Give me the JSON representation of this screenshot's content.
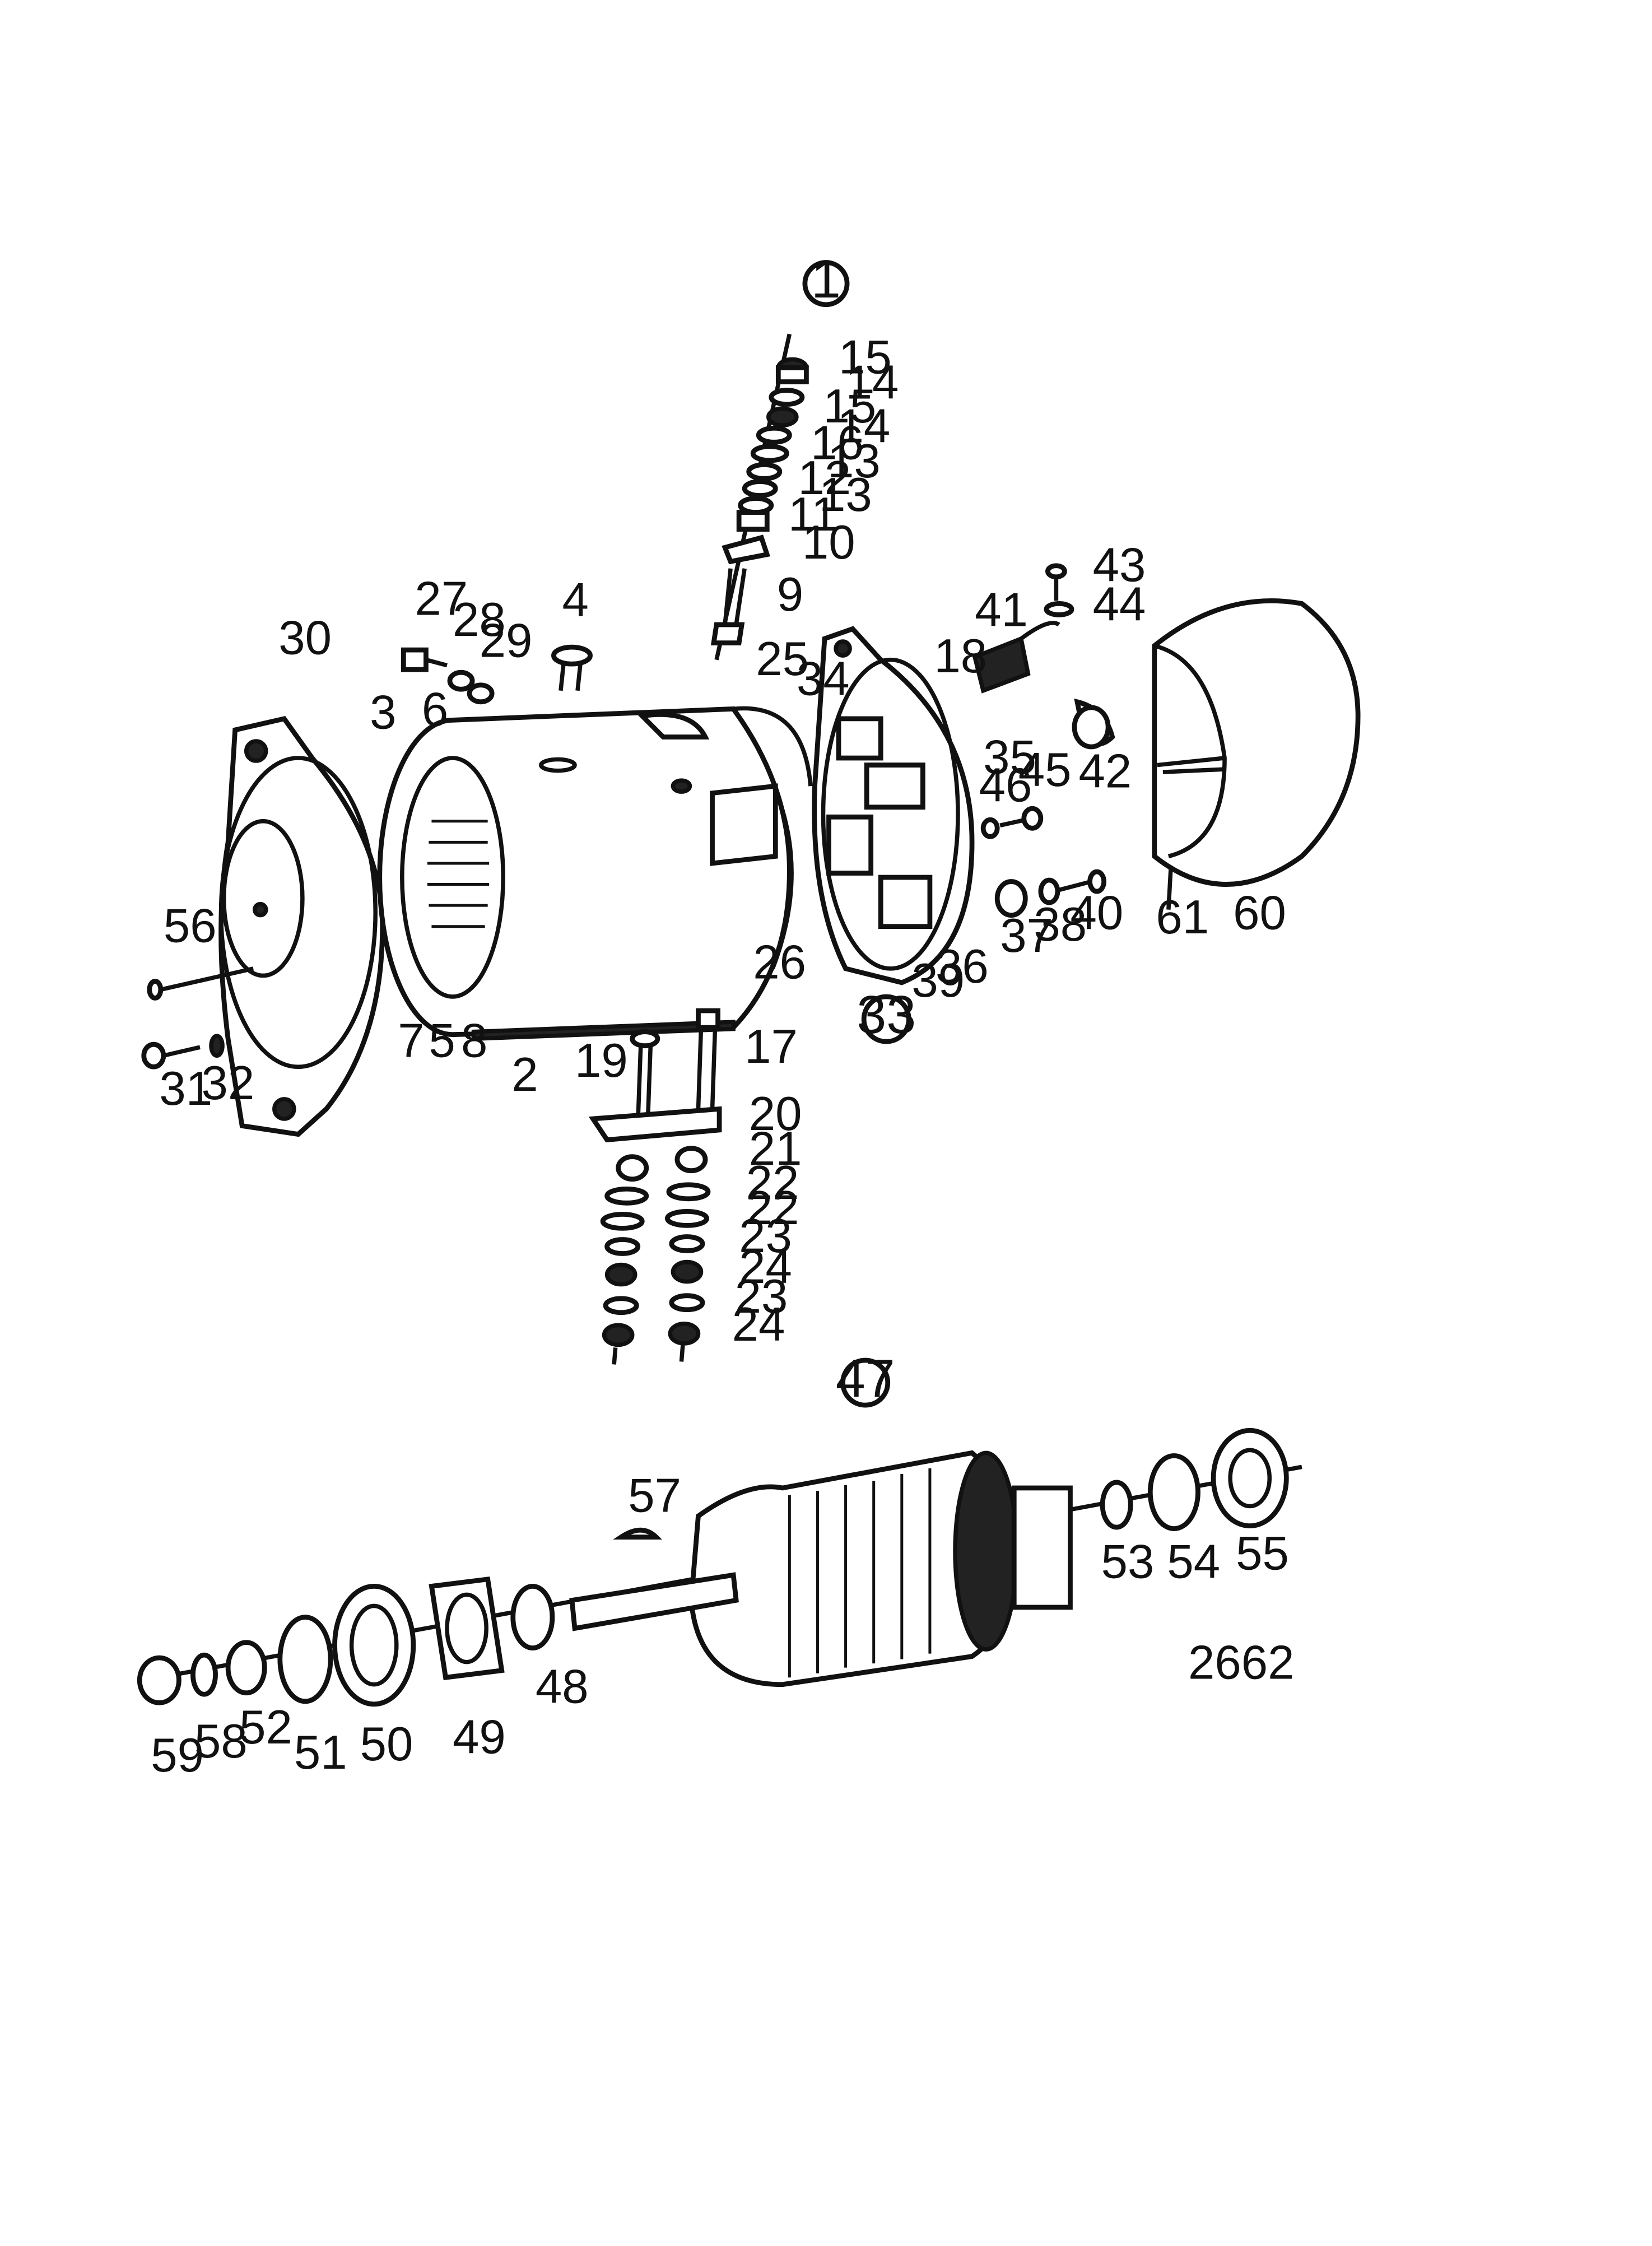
{
  "drawing_number": "2662",
  "assembly_refs": [
    "1",
    "33",
    "47"
  ],
  "part_labels": {
    "p2": "2",
    "p3": "3",
    "p4": "4",
    "p5": "5",
    "p6": "6",
    "p7": "7",
    "p8": "8",
    "p9": "9",
    "p10": "10",
    "p11": "11",
    "p12": "12",
    "p13a": "13",
    "p13b": "13",
    "p14a": "14",
    "p14b": "14",
    "p15a": "15",
    "p15b": "15",
    "p16": "16",
    "p17": "17",
    "p18": "18",
    "p19": "19",
    "p20": "20",
    "p21": "21",
    "p22a": "22",
    "p22b": "22",
    "p23a": "23",
    "p23b": "23",
    "p24a": "24",
    "p24b": "24",
    "p25": "25",
    "p26": "26",
    "p27": "27",
    "p28": "28",
    "p29": "29",
    "p30": "30",
    "p31": "31",
    "p32": "32",
    "p34": "34",
    "p35": "35",
    "p36": "36",
    "p37": "37",
    "p38": "38",
    "p39": "39",
    "p40": "40",
    "p41": "41",
    "p42": "42",
    "p43": "43",
    "p44": "44",
    "p45": "45",
    "p46": "46",
    "p48": "48",
    "p49": "49",
    "p50": "50",
    "p51": "51",
    "p52": "52",
    "p53": "53",
    "p54": "54",
    "p55": "55",
    "p56": "56",
    "p57": "57",
    "p58": "58",
    "p59": "59",
    "p60": "60",
    "p61": "61"
  }
}
